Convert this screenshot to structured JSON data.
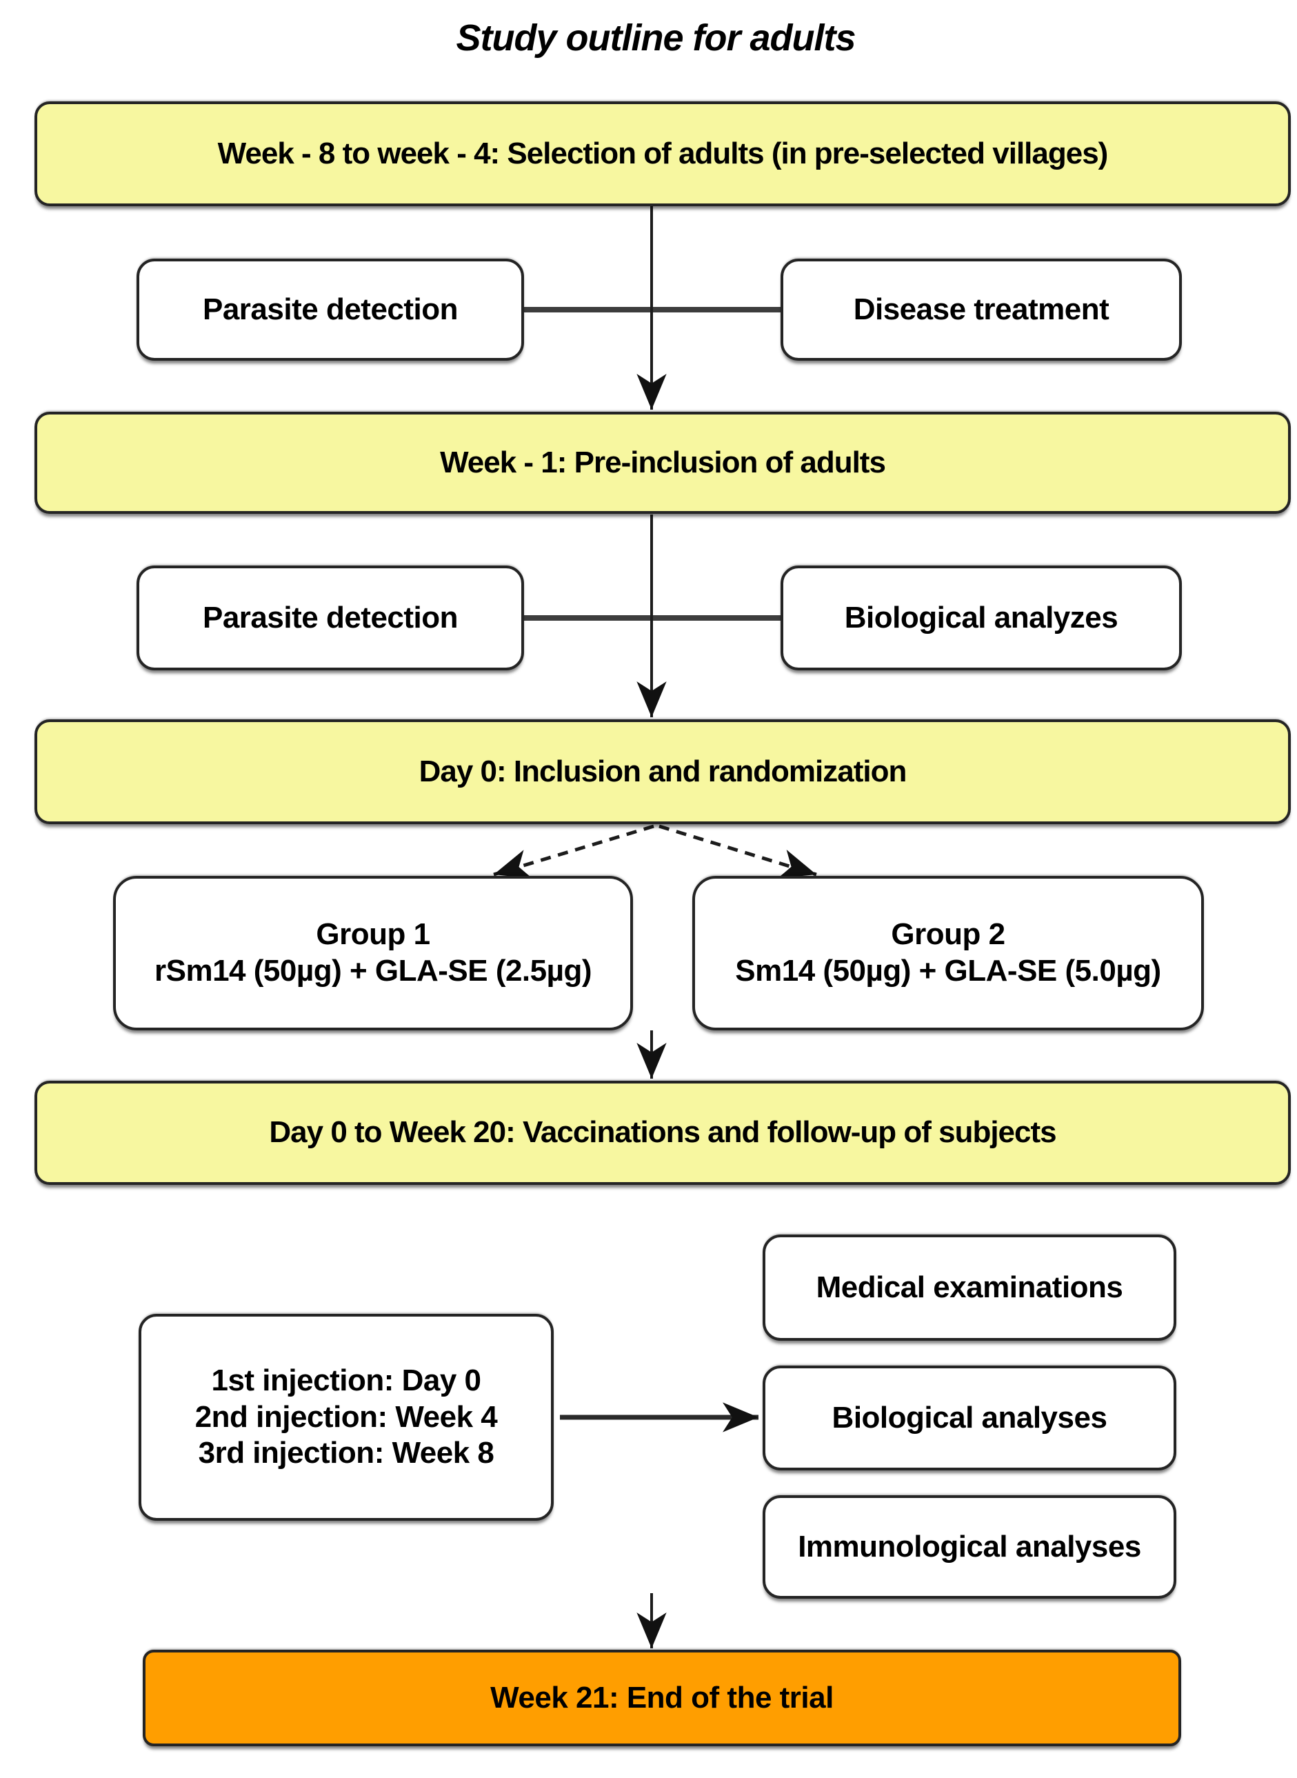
{
  "title": "Study outline for adults",
  "colors": {
    "stage_fill": "#F7F7A0",
    "end_fill": "#FF9E00",
    "box_fill": "#FFFFFF",
    "border": "#242424"
  },
  "nodes": {
    "stage_selection": "Week - 8 to week - 4: Selection of adults (in pre-selected villages)",
    "parasite_detection_1": "Parasite detection",
    "disease_treatment": "Disease treatment",
    "stage_preinclusion": "Week - 1: Pre-inclusion of adults",
    "parasite_detection_2": "Parasite detection",
    "biological_analyzes": "Biological analyzes",
    "stage_randomization": "Day 0: Inclusion and randomization",
    "group1": {
      "title": "Group 1",
      "regimen": "rSm14 (50µg) + GLA-SE (2.5µg)"
    },
    "group2": {
      "title": "Group 2",
      "regimen": "Sm14 (50µg) + GLA-SE (5.0µg)"
    },
    "stage_vaccinations": "Day 0 to Week 20: Vaccinations and follow-up of subjects",
    "injections": {
      "line1": "1st injection: Day 0",
      "line2": "2nd injection: Week 4",
      "line3": "3rd injection: Week 8"
    },
    "medical_examinations": "Medical examinations",
    "biological_analyses": "Biological analyses",
    "immunological_analyses": "Immunological analyses",
    "stage_end": "Week 21: End of the trial"
  }
}
